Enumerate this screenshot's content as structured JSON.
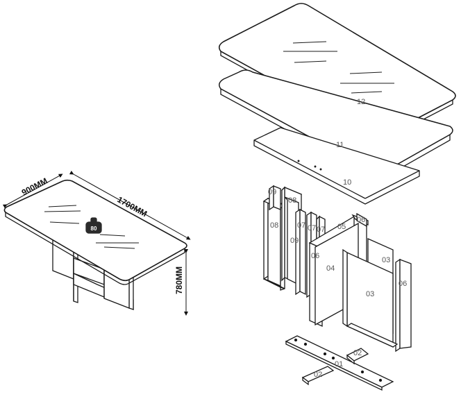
{
  "dimensions": {
    "width": "900MM",
    "length": "1700MM",
    "height": "780MM"
  },
  "weight_badge": "80",
  "parts": {
    "p12": "12",
    "p11": "11",
    "p10": "10",
    "p09a": "09",
    "p09b": "09",
    "p08a": "08",
    "p08b": "08",
    "p07a": "07",
    "p07b": "07",
    "p07c": "07",
    "p06a": "06",
    "p06b": "06",
    "p06c": "06",
    "p05": "05",
    "p04": "04",
    "p03a": "03",
    "p03b": "03",
    "p02a": "02",
    "p02b": "02",
    "p01": "01"
  },
  "colors": {
    "line": "#1a1a1a",
    "dim_line": "#111111",
    "label": "#555555",
    "badge": "#2b2b2b"
  }
}
